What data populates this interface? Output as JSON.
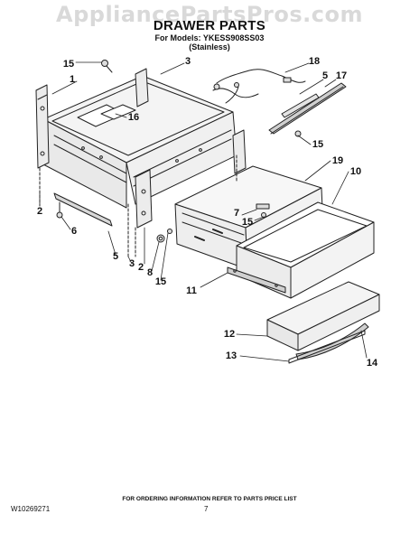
{
  "watermark": "AppliancePartsPros.com",
  "header": {
    "title": "DRAWER PARTS",
    "models": "For Models: YKESS908SS03",
    "variant": "(Stainless)"
  },
  "callouts": [
    "15",
    "1",
    "3",
    "18",
    "5",
    "17",
    "16",
    "15",
    "19",
    "10",
    "2",
    "7",
    "15",
    "6",
    "5",
    "3",
    "2",
    "8",
    "15",
    "11",
    "12",
    "14",
    "13"
  ],
  "footer": {
    "note": "FOR ORDERING INFORMATION REFER TO PARTS PRICE LIST",
    "doc_id": "W10269271",
    "page": "7"
  }
}
